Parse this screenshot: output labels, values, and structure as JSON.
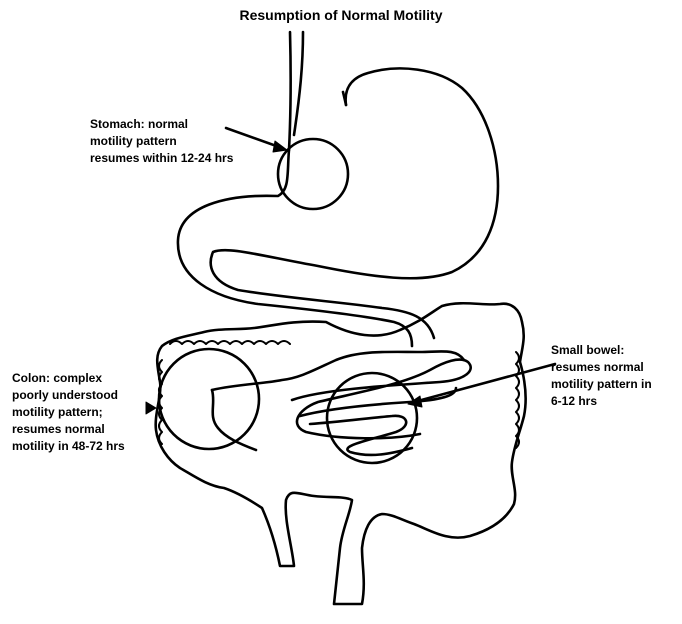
{
  "title": "Resumption of Normal Motility",
  "labels": {
    "stomach": [
      "Stomach:  normal",
      "motility pattern",
      "resumes within 12-24 hrs"
    ],
    "colon": [
      "Colon:  complex",
      "poorly understood",
      "motility pattern;",
      "resumes normal",
      "motility in 48-72 hrs"
    ],
    "small_bowel": [
      "Small bowel:",
      "resumes normal",
      "motility pattern in",
      "6-12 hrs"
    ]
  },
  "colors": {
    "line": "#000000",
    "background": "#ffffff"
  }
}
